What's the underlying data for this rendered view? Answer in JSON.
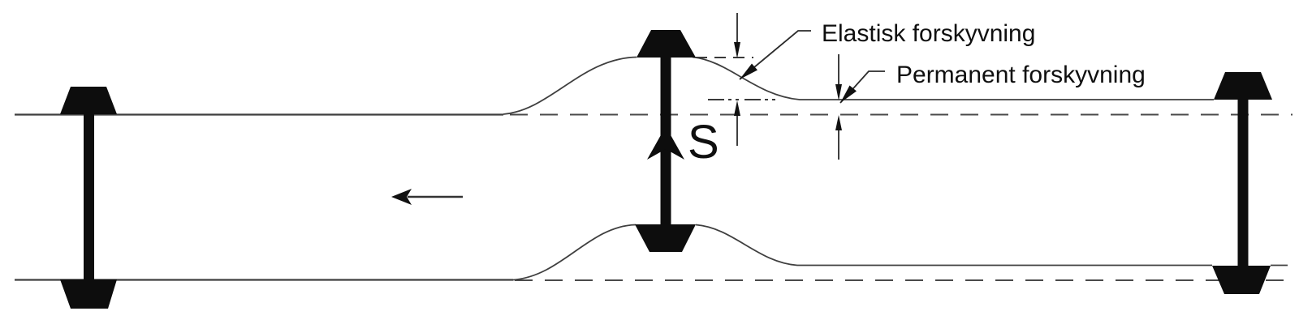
{
  "diagram": {
    "labels": {
      "elastic_displacement": "Elastisk forskyvning",
      "permanent_displacement": "Permanent forskyvning",
      "force": "S"
    },
    "colors": {
      "background": "#ffffff",
      "ink": "#111111",
      "thin_line": "#3f3f3f"
    }
  }
}
